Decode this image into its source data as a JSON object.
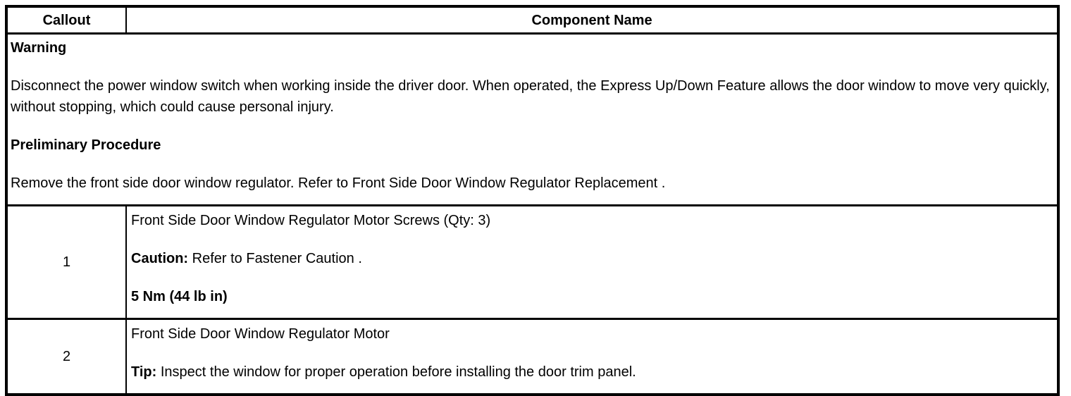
{
  "table": {
    "columns": [
      "Callout",
      "Component Name"
    ],
    "preamble": {
      "warning_title": "Warning",
      "warning_text": "Disconnect the power window switch when working inside the driver door. When operated, the Express Up/Down Feature allows the door window to move very quickly, without stopping, which could cause personal injury.",
      "preliminary_title": "Preliminary Procedure",
      "preliminary_text": "Remove the front side door window regulator. Refer to Front Side Door Window Regulator Replacement ."
    },
    "rows": [
      {
        "callout": "1",
        "component_name": "Front Side Door Window Regulator Motor Screws (Qty: 3)",
        "note_label": "Caution:",
        "note_text": " Refer to Fastener Caution .",
        "torque": "5 Nm (44 lb in)"
      },
      {
        "callout": "2",
        "component_name": "Front Side Door Window Regulator Motor",
        "note_label": "Tip:",
        "note_text": " Inspect the window for proper operation before installing the door trim panel."
      }
    ]
  }
}
